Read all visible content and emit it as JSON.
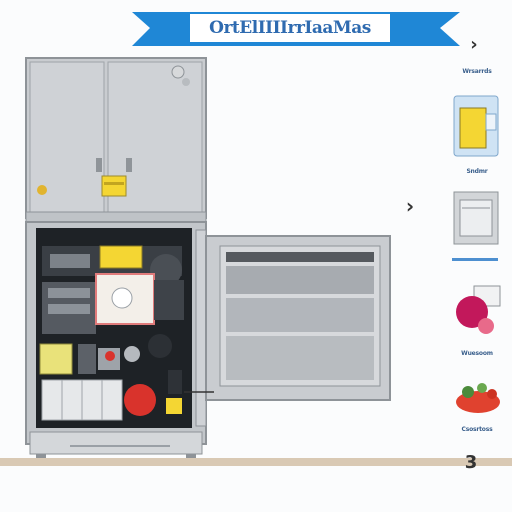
{
  "banner": {
    "title": "OrtElIIIIrrIaaMas",
    "color": "#1f87d6",
    "text_color": "#2f6bb0"
  },
  "sidebar": {
    "items": [
      {
        "label": "Wrsarrds",
        "icon": "arrow-icon"
      },
      {
        "label": "Sndmr",
        "icon": "water-bottle-icon"
      },
      {
        "label": "",
        "icon": "freezer-drawer-icon"
      },
      {
        "label": "Wuesoom",
        "icon": "fruit-icon"
      },
      {
        "label": "Csosrtoss",
        "icon": "vegetables-icon"
      }
    ]
  },
  "colors": {
    "fridge_body": "#c9ccd0",
    "interior": "#1e2226",
    "accent_yellow": "#f4d633",
    "accent_red": "#d9332c",
    "floor": "#d9c9b4"
  }
}
